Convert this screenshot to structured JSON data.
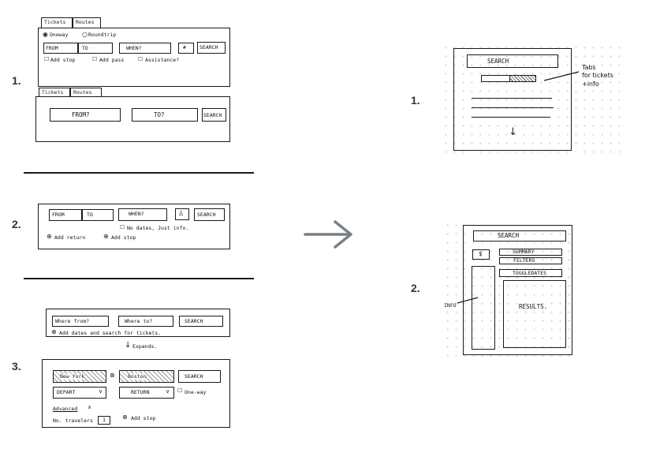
{
  "numbers": [
    "1.",
    "2.",
    "3.",
    "1.",
    "2."
  ],
  "s1a": {
    "tabs": [
      "Tickets",
      "Routes"
    ],
    "radios": [
      "Oneway",
      "Roundtrip"
    ],
    "fields": [
      "FROM",
      "TO",
      "WHEN?"
    ],
    "pax": "#",
    "search": "SEARCH",
    "checks": [
      "Add stop",
      "Add pass",
      "Assistance?"
    ]
  },
  "s1b": {
    "tabs": [
      "Tickets",
      "Routes"
    ],
    "fields": [
      "FROM?",
      "TO?"
    ],
    "search": "SEARCH"
  },
  "s2": {
    "fields": [
      "FROM",
      "TO",
      "WHEN?"
    ],
    "search": "SEARCH",
    "nodates": "No dates, Just info.",
    "add_return": "Add return",
    "add_stop": "Add stop"
  },
  "s3a": {
    "fields": [
      "Where from?",
      "Where to?"
    ],
    "search": "SEARCH",
    "hint": "Add dates and search for tickets.",
    "expands": "Expands."
  },
  "s3b": {
    "from": "New York",
    "to": "Boston",
    "search": "SEARCH",
    "depart": "DEPART",
    "return": "RETURN",
    "oneway": "One-way",
    "advanced": "Advanced",
    "travelers": "No. travelers",
    "travelers_val": "1",
    "add_stop": "Add stop"
  },
  "r1": {
    "search": "SEARCH",
    "note": "Tabs\nfor tickets\n+info"
  },
  "r2": {
    "search": "SEARCH",
    "dollar": "$",
    "summary": "SUMMARY",
    "filters": "FILTERS",
    "toggle": "TOGGLEDATES",
    "info": "INFO",
    "results": "RESULTS."
  }
}
